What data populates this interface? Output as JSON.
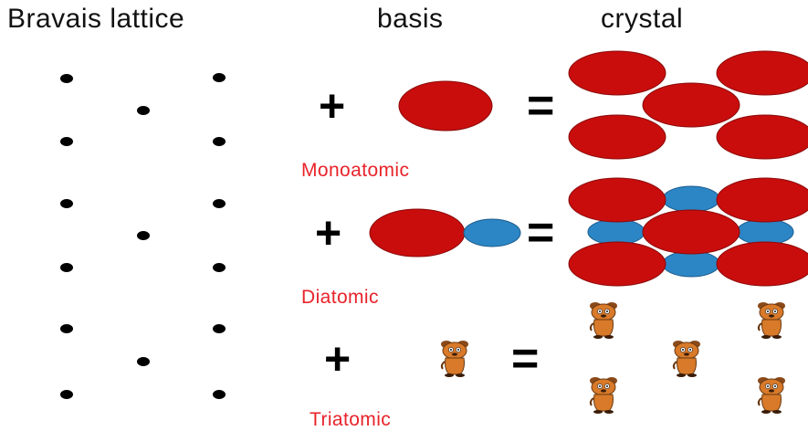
{
  "headings": {
    "bravais": "Bravais lattice",
    "basis": "basis",
    "crystal": "crystal"
  },
  "rows": [
    {
      "label": "Monoatomic",
      "plus": "+",
      "equals": "="
    },
    {
      "label": "Diatomic",
      "plus": "+",
      "equals": "="
    },
    {
      "label": "Triatomic",
      "plus": "+",
      "equals": "="
    }
  ],
  "colors": {
    "atom_large": "#c90d0d",
    "atom_small": "#2c86c6",
    "label": "#e8232a",
    "dot": "#000000",
    "mouse_body": "#d87a2a"
  }
}
